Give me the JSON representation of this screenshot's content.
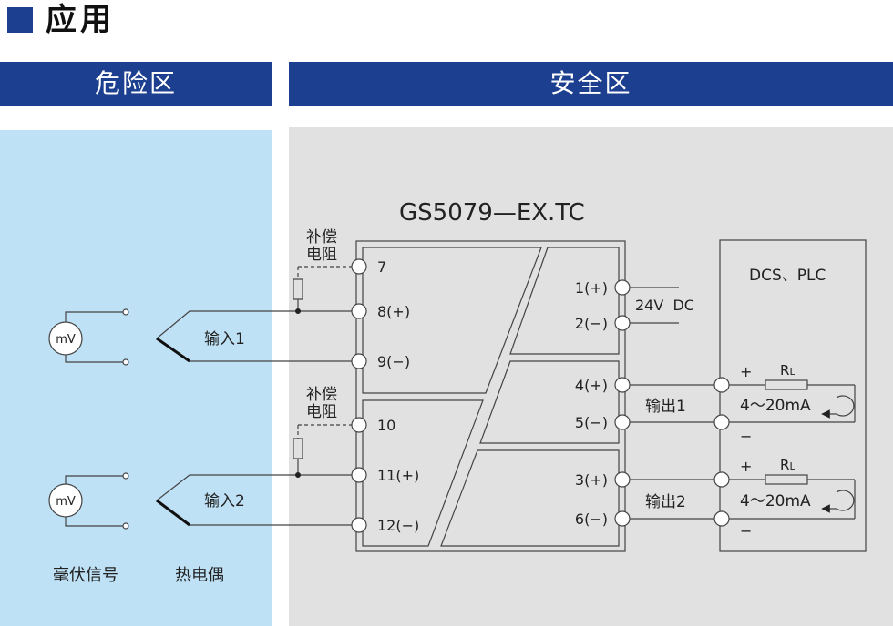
{
  "header": {
    "title": "应用"
  },
  "zones": {
    "hazard": "危险区",
    "safe": "安全区"
  },
  "device": {
    "model": "GS5079—EX.TC",
    "comp_label_line1": "补偿",
    "comp_label_line2": "电阻",
    "terminals_in": {
      "t7": "7",
      "t8": "8(+)",
      "t9": "9(−)",
      "t10": "10",
      "t11": "11(+)",
      "t12": "12(−)"
    },
    "terminals_out": {
      "t1": "1(+)",
      "t2": "2(−)",
      "t4": "4(+)",
      "t5": "5(−)",
      "t3": "3(+)",
      "t6": "6(−)"
    }
  },
  "power": {
    "label": "24V  DC"
  },
  "inputs": {
    "in1": "输入1",
    "in2": "输入2",
    "mv": "mV"
  },
  "outputs": {
    "out1": "输出1",
    "out2": "输出2"
  },
  "load": {
    "title": "DCS、PLC",
    "plus": "+",
    "minus": "−",
    "r_main": "R",
    "r_sub": "L",
    "current": "4～20mA"
  },
  "bottom_labels": {
    "millivolt": "毫伏信号",
    "thermocouple": "热电偶"
  }
}
